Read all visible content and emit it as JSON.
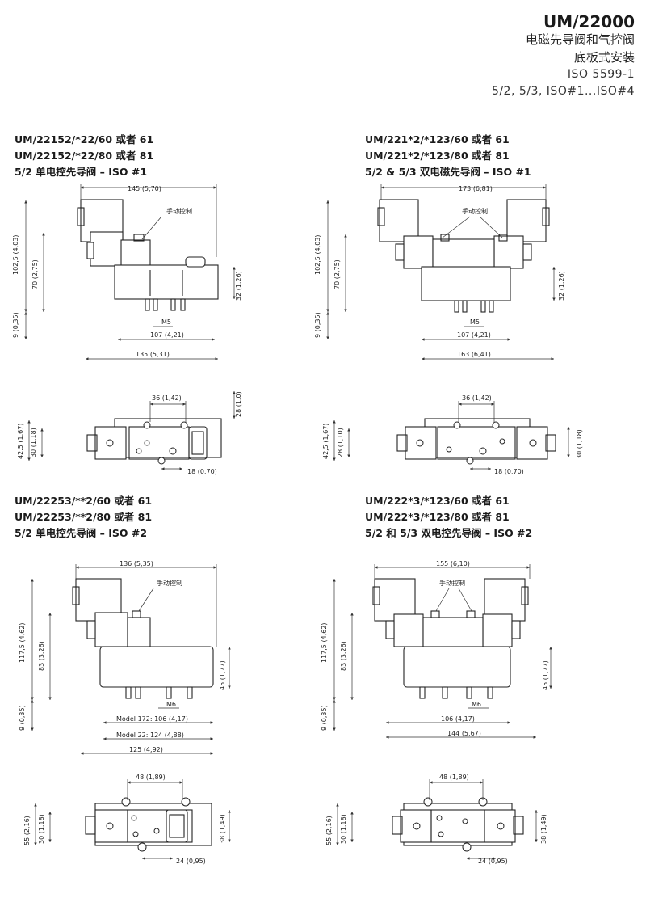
{
  "header": {
    "model": "UM/22000",
    "line1": "电磁先导阀和气控阀",
    "line2": "底板式安装",
    "line3": "ISO 5599-1",
    "line4": "5/2, 5/3, ISO#1...ISO#4"
  },
  "sections": [
    {
      "cap1": "UM/22152/*22/60 或者 61",
      "cap2": "UM/22152/*22/80 或者 81",
      "cap3": "5/2 单电控先导阀 – ISO #1",
      "side": {
        "top_width": "145 (5,70)",
        "manual": "手动控制",
        "h_total": "102,5 (4,03)",
        "h_body": "70 (2,75)",
        "h_right": "32 (1,26)",
        "h_bottom": "9 (0,35)",
        "thread": "M5",
        "w_mid": "107 (4,21)",
        "w_bot": "135 (5,31)"
      },
      "plan": {
        "top": "36 (1,42)",
        "right": "28 (1,0)",
        "left1": "42,5 (1,67)",
        "left2": "30 (1,18)",
        "bottom": "18 (0,70)"
      }
    },
    {
      "cap1": "UM/221*2/*123/60 或者 61",
      "cap2": "UM/221*2/*123/80 或者 81",
      "cap3": "5/2 & 5/3 双电磁先导阀 – ISO #1",
      "side": {
        "top_width": "173 (6,81)",
        "manual": "手动控制",
        "h_total": "102,5 (4,03)",
        "h_body": "70 (2,75)",
        "h_right": "32 (1,26)",
        "h_bottom": "9 (0,35)",
        "thread": "M5",
        "w_mid": "107 (4,21)",
        "w_bot": "163 (6,41)"
      },
      "plan": {
        "top": "36 (1,42)",
        "right": "30 (1,18)",
        "left1": "42,5 (1,67)",
        "left2": "28 (1,10)",
        "bottom": "18 (0,70)"
      }
    },
    {
      "cap1": "UM/22253/**2/60 或者 61",
      "cap2": "UM/22253/**2/80 或者 81",
      "cap3": "5/2 单电控先导阀 – ISO #2",
      "side": {
        "top_width": "136 (5,35)",
        "manual": "手动控制",
        "h_total": "117,5 (4,62)",
        "h_body": "83 (3,26)",
        "h_right": "45 (1,77)",
        "h_bottom": "9 (0,35)",
        "thread": "M6",
        "w_mid_a": "Model 172:  106 (4,17)",
        "w_mid_b": "Model  22:  124 (4,88)",
        "w_bot": "125 (4,92)"
      },
      "plan": {
        "top": "48 (1,89)",
        "right": "38 (1,49)",
        "left1": "55 (2,16)",
        "left2": "30 (1,18)",
        "bottom": "24 (0,95)"
      }
    },
    {
      "cap1": "UM/222*3/*123/60 或者 61",
      "cap2": "UM/222*3/*123/80 或者 81",
      "cap3": "5/2 和 5/3 双电控先导阀 – ISO #2",
      "side": {
        "top_width": "155 (6,10)",
        "manual": "手动控制",
        "h_total": "117,5 (4,62)",
        "h_body": "83 (3,26)",
        "h_right": "45 (1,77)",
        "h_bottom": "9 (0,35)",
        "thread": "M6",
        "w_mid": "106 (4,17)",
        "w_bot": "144 (5,67)"
      },
      "plan": {
        "top": "48 (1,89)",
        "right": "38 (1,49)",
        "left1": "55 (2,16)",
        "left2": "30 (1,18)",
        "bottom": "24 (0,95)"
      }
    }
  ]
}
